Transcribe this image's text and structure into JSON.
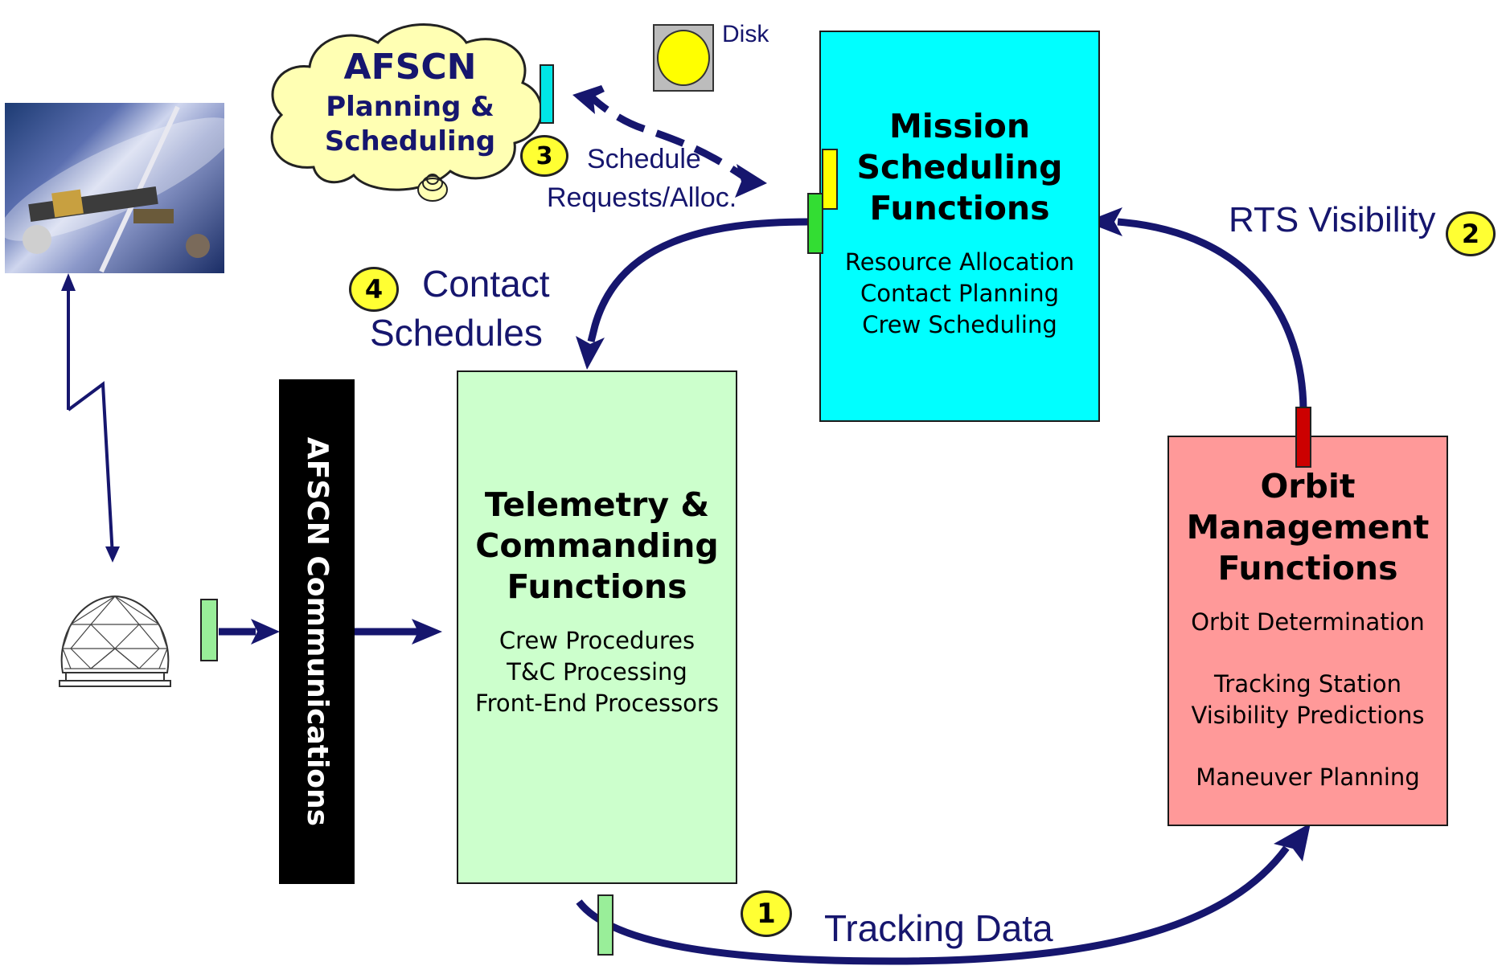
{
  "cloud": {
    "title": "AFSCN",
    "line2": "Planning &",
    "line3": "Scheduling"
  },
  "disk": {
    "label": "Disk"
  },
  "schedule_label": {
    "line1": "Schedule",
    "line2": "Requests/Alloc."
  },
  "contact_label": {
    "line1": "Contact",
    "line2": "Schedules"
  },
  "rts_label": "RTS Visibility",
  "tracking_label": "Tracking Data",
  "badges": {
    "b1": "1",
    "b2": "2",
    "b3": "3",
    "b4": "4"
  },
  "comm_bar": {
    "label": "AFSCN Communications"
  },
  "mission": {
    "title": [
      "Mission",
      "Scheduling",
      "Functions"
    ],
    "items": [
      "Resource Allocation",
      "Contact Planning",
      "Crew Scheduling"
    ]
  },
  "telemetry": {
    "title": [
      "Telemetry &",
      "Commanding",
      "Functions"
    ],
    "items": [
      "Crew Procedures",
      "T&C Processing",
      "Front-End Processors"
    ]
  },
  "orbit": {
    "title": [
      "Orbit",
      "Management",
      "Functions"
    ],
    "items": [
      "Orbit Determination",
      "Tracking Station",
      "Visibility Predictions",
      "Maneuver Planning"
    ]
  },
  "colors": {
    "navy": "#16166e",
    "mission_fill": "#00ffff",
    "telemetry_fill": "#ccffcc",
    "orbit_fill": "#ff9999",
    "cloud_fill": "#ffffb3",
    "badge_fill": "#ffff33",
    "comm_bar_fill": "#000000"
  },
  "icons": {
    "satellite": "satellite-image",
    "radome": "radome-icon",
    "disk": "disk-icon"
  }
}
